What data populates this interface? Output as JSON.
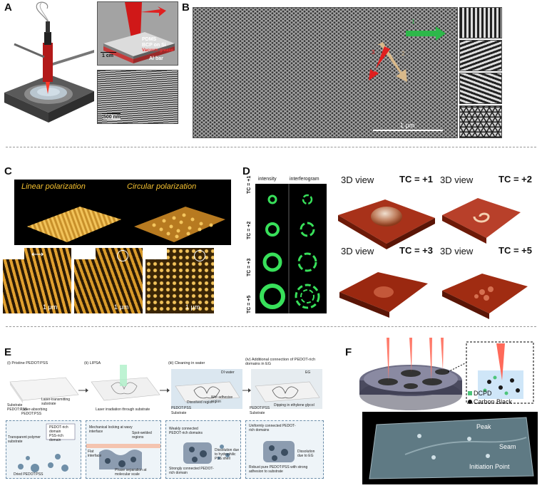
{
  "panels": {
    "a": "A",
    "b": "B",
    "c": "C",
    "d": "D",
    "e": "E",
    "f": "F"
  },
  "panel_a": {
    "inset_labels": [
      "PDMS",
      "BCP on Si",
      "Vacuum grease",
      "Al bar"
    ],
    "scale_inset": "1 cm",
    "scale_sem": "500 nm"
  },
  "panel_b": {
    "scale": "1 μm",
    "arrow_labels": [
      "3",
      "2",
      "1"
    ]
  },
  "panel_c": {
    "linear": "Linear polarization",
    "circular": "Circular polarization",
    "scales": [
      "1 μm",
      "1 μm",
      "1 μm"
    ]
  },
  "panel_d": {
    "col_intensity": "intensity",
    "col_interferogram": "interferogram",
    "rows": [
      "TC = +1",
      "TC = +2",
      "TC = +3",
      "TC = +5"
    ],
    "views": [
      {
        "view": "3D view",
        "tc": "TC = +1"
      },
      {
        "view": "3D view",
        "tc": "TC = +2"
      },
      {
        "view": "3D view",
        "tc": "TC = +3"
      },
      {
        "view": "3D view",
        "tc": "TC = +5"
      }
    ]
  },
  "panel_e": {
    "steps": [
      "(i) Pristine PEDOT:PSS",
      "(ii) LIPSA",
      "(iii) Cleaning in water",
      "(iv) Additional connection of PEDOT-rich domains in EG"
    ],
    "s1": {
      "labels": [
        "Laser-transmitting substrate",
        "Laser-absorbing PEDOT:PSS",
        "Substrate",
        "PEDOT:PSS"
      ]
    },
    "s2": {
      "labels": [
        "Laser irradiation through substrate"
      ]
    },
    "s3": {
      "labels": [
        "DI water",
        "Wet adhesive region",
        "Dissolved region",
        "PEDOT:PSS",
        "Substrate"
      ]
    },
    "s4": {
      "labels": [
        "EG",
        "Dipping in ethylene glycol",
        "PEDOT:PSS",
        "Substrate"
      ]
    },
    "b1": {
      "labels": [
        "PEDOT-rich domain",
        "PSS-rich domain",
        "Transparent polymer substrate",
        "Dried PEDOT:PSS"
      ]
    },
    "b2": {
      "labels": [
        "Mechanical locking at wavy interface",
        "Spot-welded regions",
        "Flat interface",
        "Phase separation at molecular scale"
      ]
    },
    "b3": {
      "labels": [
        "Weakly connected PEDOT-rich domains",
        "Dissolution due to hydrophilic PSS shell",
        "Strongly connected PEDOT-rich domain"
      ]
    },
    "b4": {
      "labels": [
        "Uniformly connected PEDOT-rich domains",
        "Dissolution due to EG",
        "Robust pure PEDOT:PSS with strong adhesion to substrate"
      ]
    }
  },
  "panel_f": {
    "legend": [
      "DCPD",
      "Carbon Black"
    ],
    "annotations": [
      "Peak",
      "Seam",
      "Initiation Point"
    ]
  },
  "colors": {
    "green_arrow": "#2db84a",
    "red_arrow": "#e01f1f",
    "tan_arrow": "#d9b98a",
    "afm_gold": "#c8902a",
    "afm_red": "#8b1d0b",
    "ring_green": "#38e05a"
  }
}
